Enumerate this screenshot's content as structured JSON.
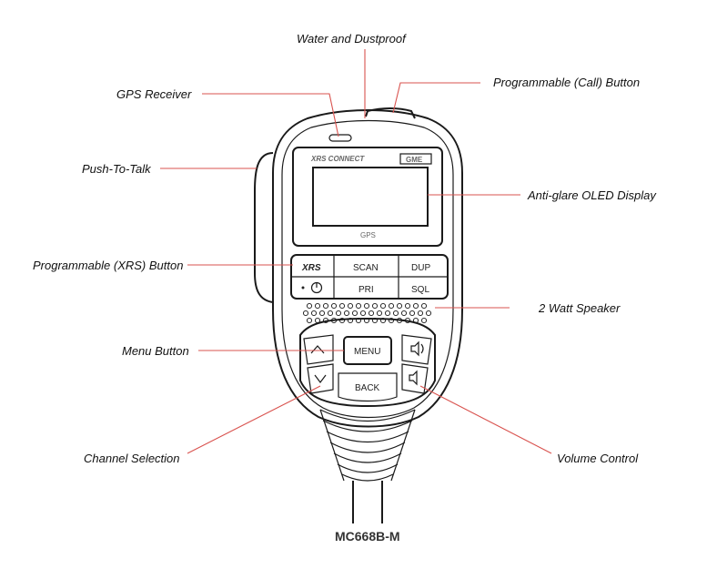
{
  "labels": {
    "water_dustproof": "Water and Dustproof",
    "gps_receiver": "GPS Receiver",
    "programmable_call": "Programmable (Call) Button",
    "push_to_talk": "Push-To-Talk",
    "oled_display": "Anti-glare OLED Display",
    "programmable_xrs": "Programmable (XRS) Button",
    "speaker": "2 Watt Speaker",
    "menu_button": "Menu Button",
    "channel_selection": "Channel Selection",
    "volume_control": "Volume Control"
  },
  "device": {
    "model": "MC668B-M",
    "screen_brand": "XRS CONNECT",
    "screen_badge": "GME",
    "screen_footer": "GPS",
    "keys": {
      "xrs": "XRS",
      "scan": "SCAN",
      "dup": "DUP",
      "power": "⏻",
      "pri": "PRI",
      "sql": "SQL",
      "menu": "MENU",
      "back": "BACK"
    }
  },
  "colors": {
    "leader": "#d9534f",
    "outline": "#1a1a1a"
  }
}
